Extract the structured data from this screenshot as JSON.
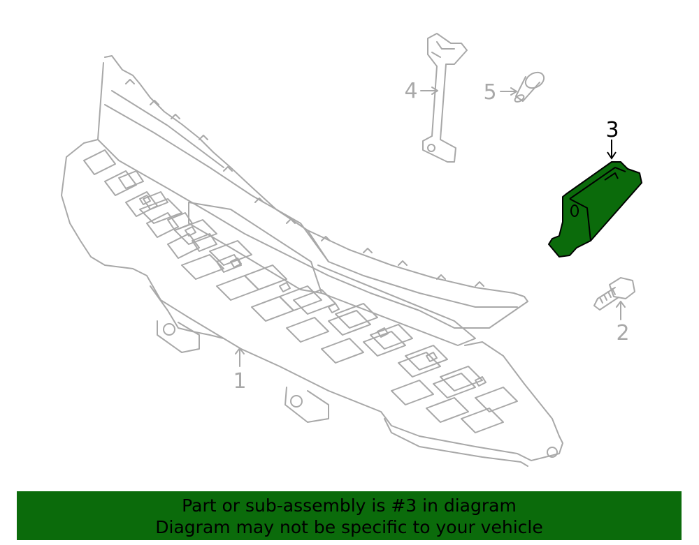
{
  "diagram": {
    "callouts": [
      {
        "number": "1",
        "part": "grille"
      },
      {
        "number": "2",
        "part": "bolt"
      },
      {
        "number": "3",
        "part": "bracket"
      },
      {
        "number": "4",
        "part": "support-brace"
      },
      {
        "number": "5",
        "part": "clip"
      }
    ],
    "highlighted_callout": "3",
    "colors": {
      "line": "#a8a8a8",
      "highlight": "#0b6b0b",
      "highlight_label": "#000000",
      "banner": "#0b6b0b"
    }
  },
  "banner": {
    "line1": "Part or sub-assembly is #3 in diagram",
    "line2": "Diagram may not be specific to your vehicle"
  }
}
